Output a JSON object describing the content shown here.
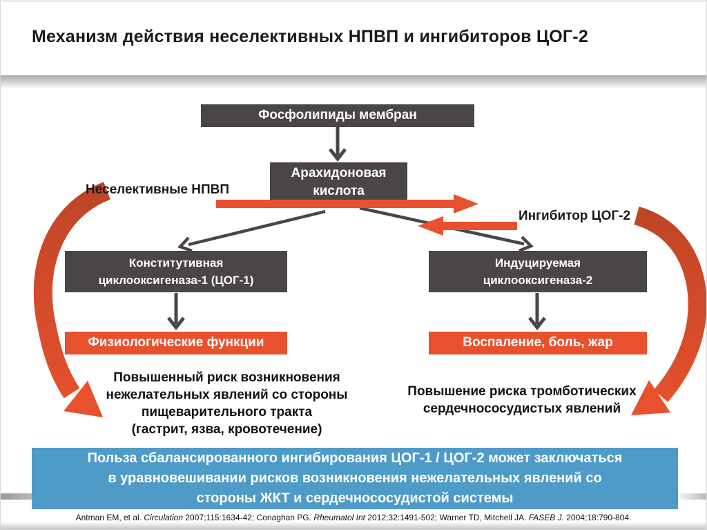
{
  "slide": {
    "title": "Механизм действия неселективных НПВП и ингибиторов ЦОГ-2"
  },
  "diagram": {
    "phospholipids_box": "Фосфолипиды мембран",
    "arachidonic_box": "Арахидоновая\nкислота",
    "nsaids_label": "Неселективные НПВП",
    "cox2_inhibitor_label": "Ингибитор ЦОГ-2",
    "cox1_box": "Конститутивная\nциклооксигеназа-1 (ЦОГ-1)",
    "cox2_box": "Индуцируемая\nциклооксигеназа-2",
    "physiology_box": "Физиологические функции",
    "inflammation_box": "Воспаление, боль, жар",
    "gi_risk_text": "Повышенный риск возникновения\nнежелательных явлений со стороны\nпищеварительного тракта\n(гастрит, язва, кровотечение)",
    "cv_risk_text": "Повышение риска тромботических\nсердечнососудистых явлений"
  },
  "conclusion_box": "Польза сбалансированного ингибирования ЦОГ-1 / ЦОГ-2 может заключаться\nв уравновешивании рисков возникновения нежелательных явлений со\nстороны ЖКТ и сердечнососудистой системы",
  "citation": {
    "parts": [
      {
        "text": "Antman EM, et al. ",
        "italic": false
      },
      {
        "text": "Circulation",
        "italic": true
      },
      {
        "text": " 2007;115:1634-42; Conaghan PG. ",
        "italic": false
      },
      {
        "text": "Rheumatol Int",
        "italic": true
      },
      {
        "text": " 2012;32:1491-502; Warner TD, Mitchell JA. ",
        "italic": false
      },
      {
        "text": "FASEB J.",
        "italic": true
      },
      {
        "text": " 2004;18:790-804.",
        "italic": false
      }
    ]
  },
  "colors": {
    "box_dark": "#4a4645",
    "accent_orange": "#e8512d",
    "swoosh_dark": "#bd4527",
    "conclusion_blue": "#4f9bc8",
    "connector_dark": "#4a4645"
  }
}
